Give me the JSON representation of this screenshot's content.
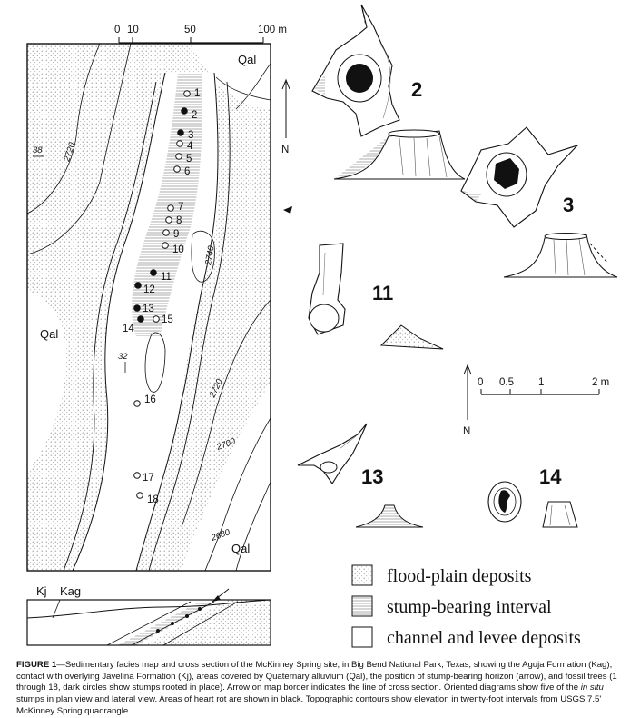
{
  "map": {
    "scale_ticks": [
      "0",
      "10",
      "50",
      "100 m"
    ],
    "north": "N",
    "qal_top": "Qal",
    "qal_left": "Qal",
    "qal_bottom": "Qal",
    "contours": [
      "2720",
      "2740",
      "2720",
      "2700",
      "2680"
    ],
    "dips": [
      "38",
      "32"
    ],
    "trees": [
      "1",
      "2",
      "3",
      "4",
      "5",
      "6",
      "7",
      "8",
      "9",
      "10",
      "11",
      "12",
      "13",
      "14",
      "15",
      "16",
      "17",
      "18"
    ],
    "kj": "Kj",
    "kag": "Kag"
  },
  "stumps": {
    "labels": [
      "2",
      "3",
      "11",
      "13",
      "14"
    ],
    "scale_ticks": [
      "0",
      "0.5",
      "1",
      "2 m"
    ],
    "north": "N"
  },
  "legend": {
    "items": [
      {
        "label": "flood-plain deposits"
      },
      {
        "label": "stump-bearing interval"
      },
      {
        "label": "channel and levee deposits"
      }
    ]
  },
  "caption": {
    "lead": "FIGURE 1",
    "text": "—Sedimentary facies map and cross section of the McKinney Spring site, in Big Bend National Park, Texas, showing the Aguja Formation (Kag), contact with overlying Javelina Formation (Kj), areas covered by Quaternary alluvium (Qal), the position of stump-bearing horizon (arrow), and fossil trees (1 through 18, dark circles show stumps rooted in place). Arrow on map border indicates the line of cross section. Oriented diagrams show five of the ",
    "italic": "in situ",
    "tail": " stumps in plan view and lateral view. Areas of heart rot are shown in black. Topographic contours show elevation in twenty-foot intervals from USGS 7.5' McKinney Spring quadrangle."
  }
}
